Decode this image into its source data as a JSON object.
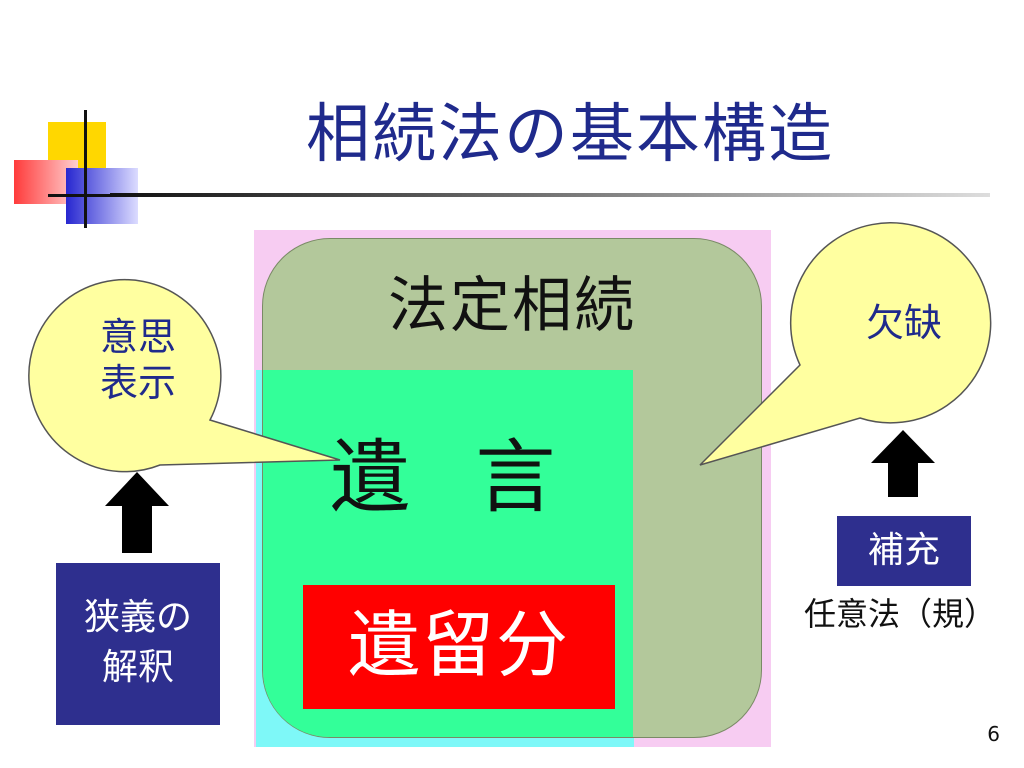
{
  "slide": {
    "title": "相続法の基本構造",
    "page_number": "6"
  },
  "diagram": {
    "statutory_label": "法定相続",
    "will_label": "遺 言",
    "reserved_label": "遺留分"
  },
  "left": {
    "bubble_line1": "意思",
    "bubble_line2": "表示",
    "box_line1": "狭義の",
    "box_line2": "解釈"
  },
  "right": {
    "bubble": "欠缺",
    "box": "補充",
    "caption": "任意法（規）"
  },
  "colors": {
    "title": "#1f2a8c",
    "statutory_area": "#b3c89b",
    "will_area": "#33ff99",
    "reserved_area": "#ff0000",
    "bubble_fill": "#ffffa0",
    "navy_box": "#2e2f8e",
    "pink_background": "#f7ccf2",
    "cyan_background": "#7ef8f8"
  },
  "icons": {
    "left_arrow": "arrow-up-icon",
    "right_arrow": "arrow-up-icon",
    "logo": "corner-squares-logo"
  }
}
